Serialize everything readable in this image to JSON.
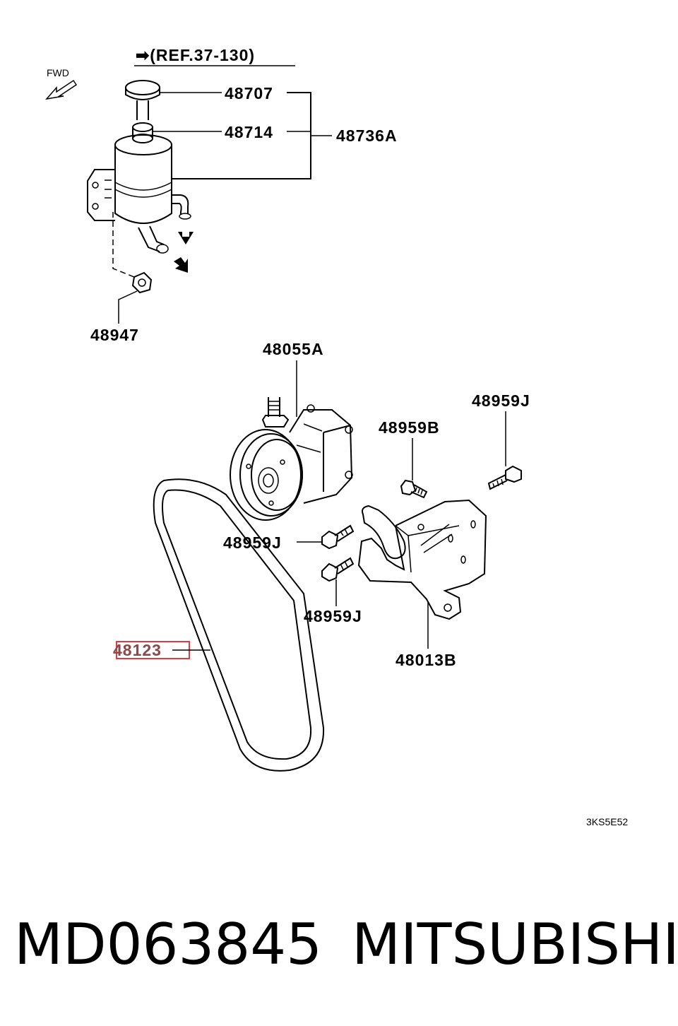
{
  "diagram": {
    "ref": "➡(REF.37-130)",
    "fwd": "FWD",
    "code": "3KS5E52",
    "labels": {
      "p48707": "48707",
      "p48714": "48714",
      "p48736A": "48736A",
      "p48947": "48947",
      "p48055A": "48055A",
      "p48959J_top": "48959J",
      "p48959B": "48959B",
      "p48959J_mid": "48959J",
      "p48959J_low": "48959J",
      "p48013B": "48013B",
      "p48123": "48123"
    },
    "highlight_color": "#e23b3b"
  },
  "footer": {
    "part_number": "MD063845",
    "brand": "MITSUBISHI"
  }
}
